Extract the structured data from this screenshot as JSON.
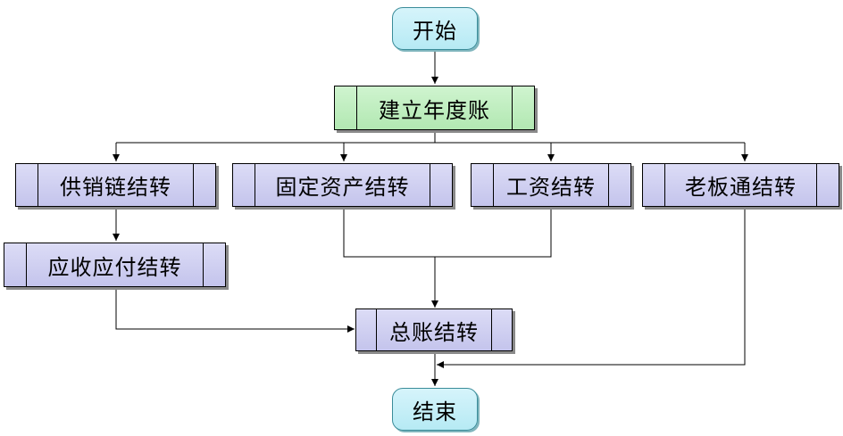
{
  "nodes": {
    "start": "开始",
    "build_year": "建立年度账",
    "supply_chain": "供销链结转",
    "fixed_assets": "固定资产结转",
    "payroll": "工资结转",
    "laobantong": "老板通结转",
    "ar_ap": "应收应付结转",
    "general_ledger": "总账结转",
    "end": "结束"
  },
  "colors": {
    "terminal_fill": "#c6eff8",
    "process_fill": "#d0d0f2",
    "start_process_fill": "#c0eec0",
    "line": "#000000"
  }
}
